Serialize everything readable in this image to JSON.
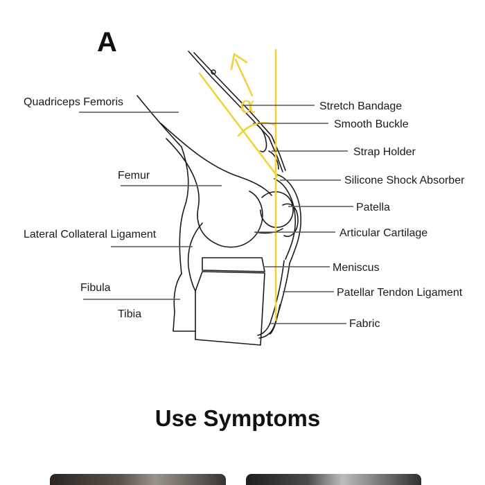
{
  "panel": {
    "letter": "A",
    "angle_symbol": "α"
  },
  "colors": {
    "guide_yellow": "#F2D23C",
    "outline": "#1a1a1a",
    "leader_line": "#555555"
  },
  "labels_left": [
    "Quadriceps Femoris",
    "Femur",
    "Lateral Collateral Ligament",
    "Fibula",
    "Tibia"
  ],
  "labels_right": [
    "Stretch Bandage",
    "Smooth Buckle",
    "Strap Holder",
    "Silicone Shock Absorber",
    "Patella",
    "Articular Cartilage",
    "Meniscus",
    "Patellar Tendon Ligament",
    "Fabric"
  ],
  "section": {
    "heading": "Use Symptoms"
  },
  "thumbnails": [
    {
      "icon": "photo-thumbnail"
    },
    {
      "icon": "photo-thumbnail"
    }
  ]
}
